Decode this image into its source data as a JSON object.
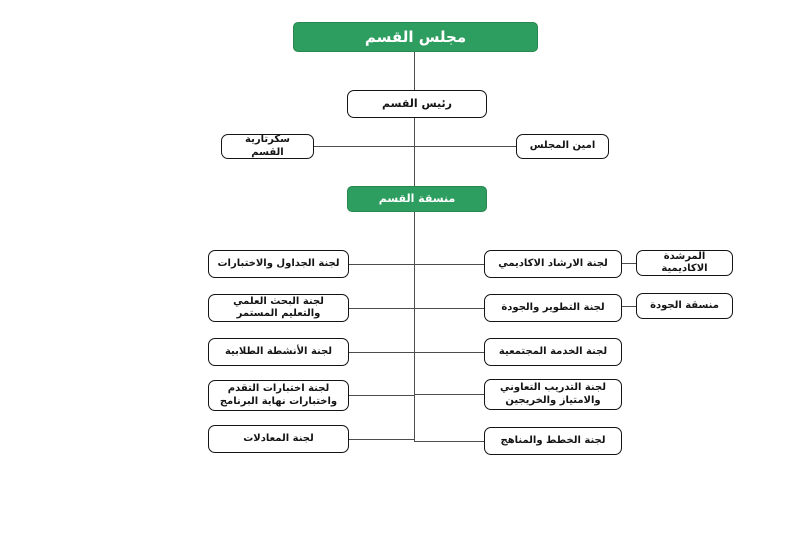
{
  "colors": {
    "green": "#2e9e60",
    "box_border": "#141414",
    "line": "#4d4d4d"
  },
  "nodes": {
    "council": "مجلس القسم",
    "head": "رئيس القسم",
    "secretariat": "سكرتارية القسم",
    "council_secretary": "امين المجلس",
    "coordinator": "منسقة القسم"
  },
  "left_committees": [
    "لجنة الجداول والاختبارات",
    "لجنة البحث العلمي والتعليم المستمر",
    "لجنة الأنشطة الطلابية",
    "لجنة اختبارات التقدم واختبارات نهاية البرنامج",
    "لجنة المعادلات"
  ],
  "right_committees": [
    "لجنة الارشاد الاكاديمي",
    "لجنة التطوير والجودة",
    "لجنة الخدمة المجتمعية",
    "لجنة التدريب التعاوني والامتياز والخريجين",
    "لجنة الخطط والمناهج"
  ],
  "side_nodes": {
    "academic_advisor": "المرشدة الاكاديمية",
    "quality_coordinator": "منسقة الجودة"
  }
}
